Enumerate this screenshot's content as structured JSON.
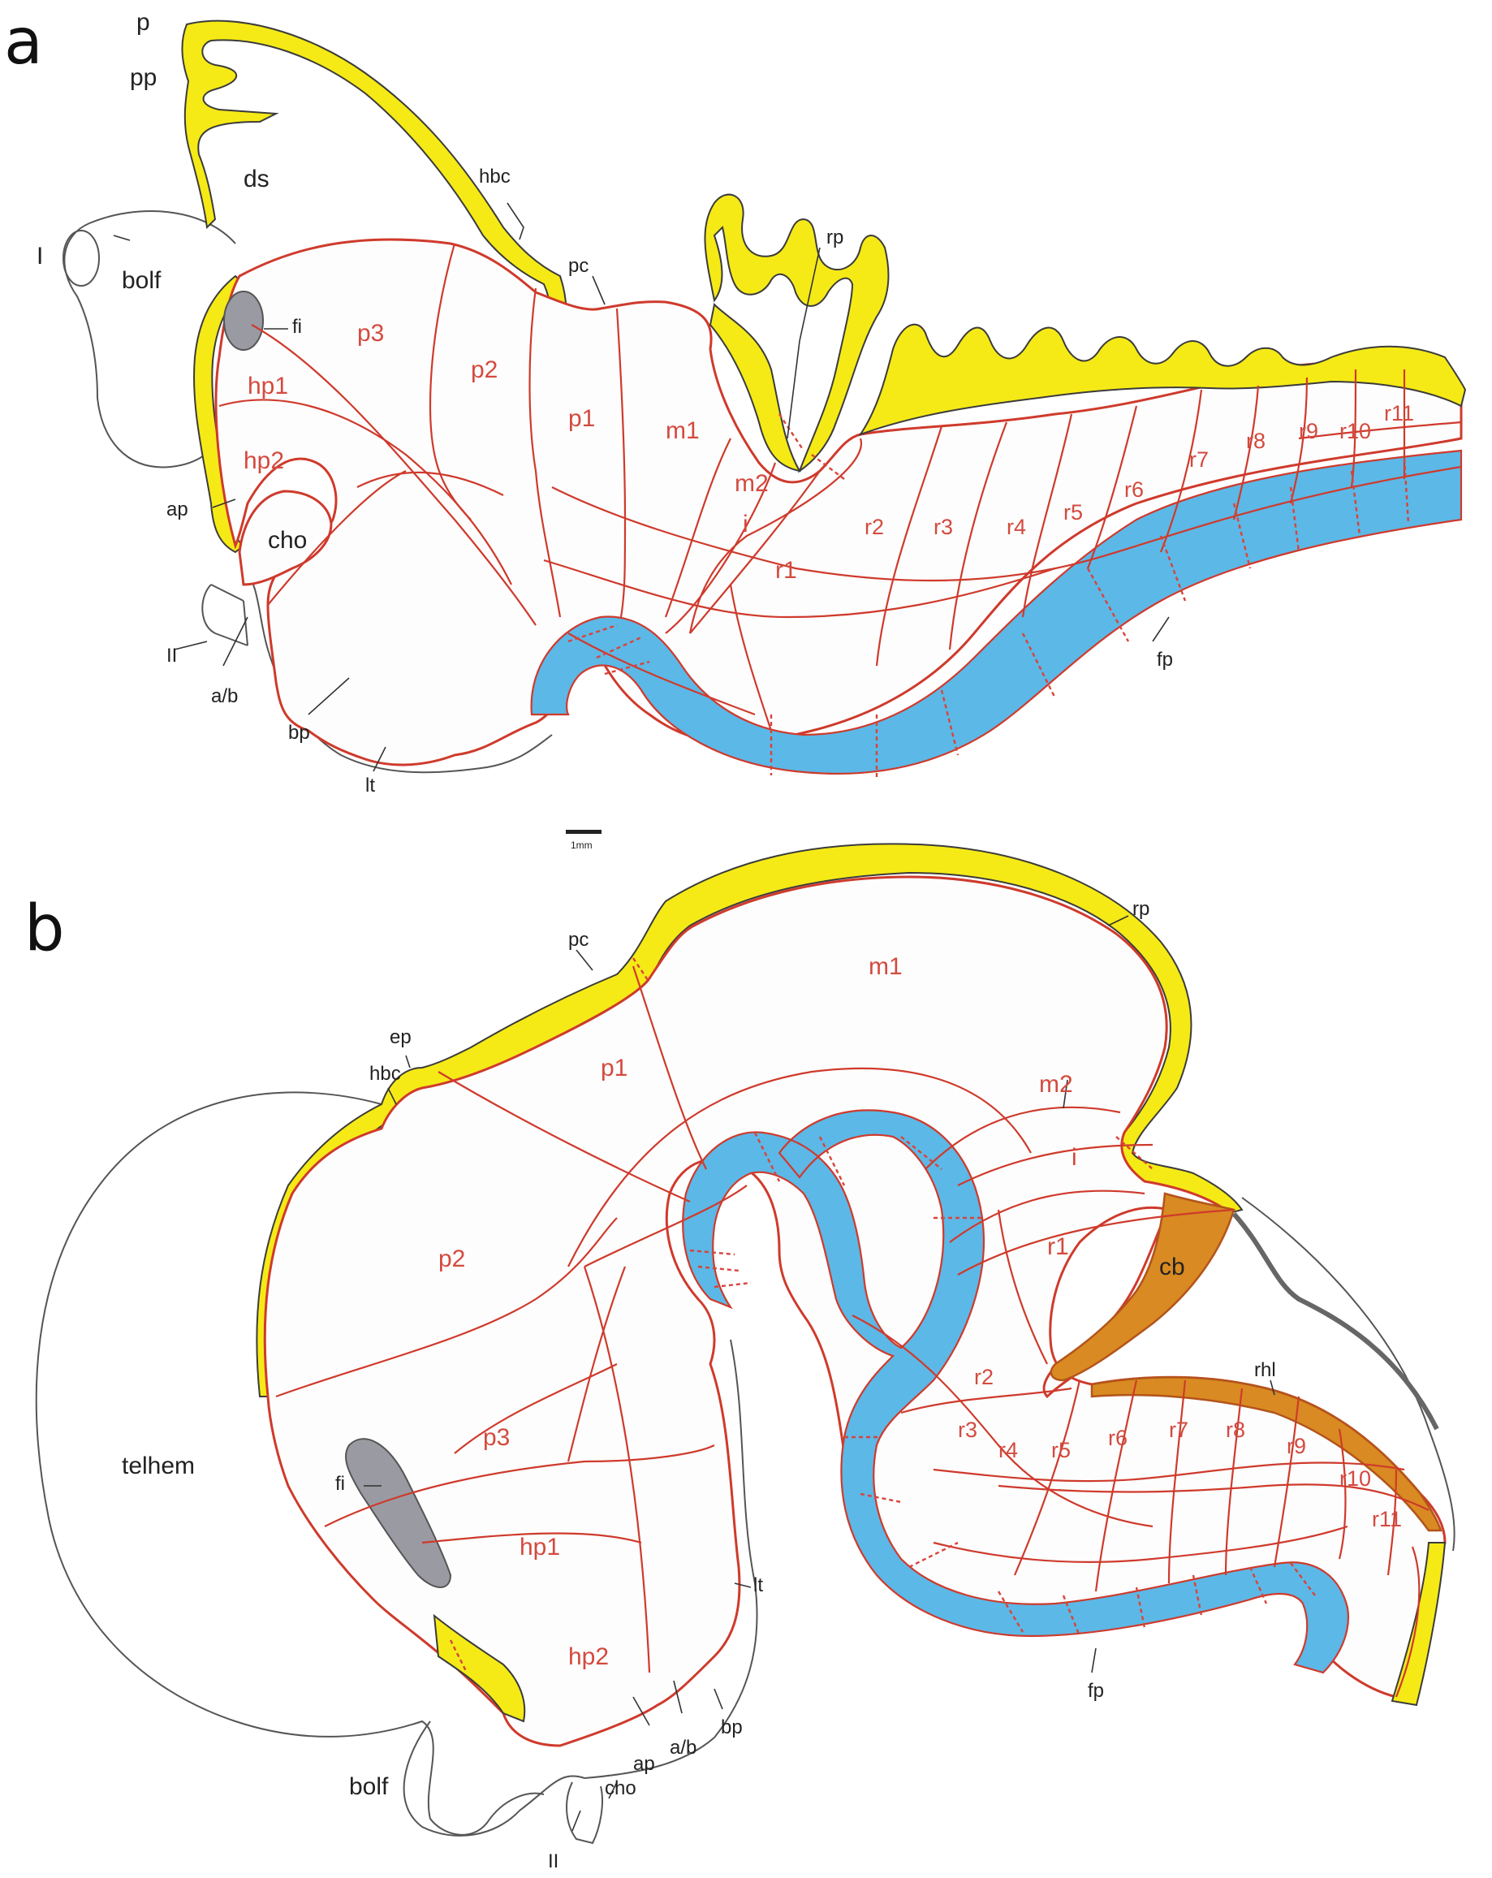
{
  "panel_a": {
    "letter": "a",
    "labels_red": {
      "p3": "p3",
      "p2": "p2",
      "p1": "p1",
      "m1": "m1",
      "m2": "m2",
      "hp1": "hp1",
      "hp2": "hp2",
      "i": "i",
      "r1": "r1",
      "r2": "r2",
      "r3": "r3",
      "r4": "r4",
      "r5": "r5",
      "r6": "r6",
      "r7": "r7",
      "r8": "r8",
      "r9": "r9",
      "r10": "r10",
      "r11": "r11"
    },
    "labels_dark": {
      "p": "p",
      "pp": "pp",
      "ds": "ds",
      "hbc": "hbc",
      "pc": "pc",
      "rp": "rp",
      "l": "I",
      "bolf": "bolf",
      "fi": "fi",
      "ap": "ap",
      "cho": "cho",
      "II": "II",
      "ab": "a/b",
      "bp": "bp",
      "lt": "lt",
      "fp": "fp"
    },
    "scale_bar": "1mm"
  },
  "panel_b": {
    "letter": "b",
    "labels_red": {
      "m1": "m1",
      "p1": "p1",
      "m2": "m2",
      "i": "i",
      "p2": "p2",
      "r1": "r1",
      "r2": "r2",
      "p3": "p3",
      "r3": "r3",
      "r4": "r4",
      "r5": "r5",
      "r6": "r6",
      "r7": "r7",
      "r8": "r8",
      "r9": "r9",
      "r10": "r10",
      "r11": "r11",
      "hp1": "hp1",
      "hp2": "hp2"
    },
    "labels_dark": {
      "pc": "pc",
      "rp": "rp",
      "ep": "ep",
      "hbc": "hbc",
      "cb": "cb",
      "rhl": "rhl",
      "telhem": "telhem",
      "fi": "fi",
      "lt": "lt",
      "fp": "fp",
      "bp": "bp",
      "ab": "a/b",
      "ap": "ap",
      "cho": "cho",
      "bolf": "bolf",
      "II": "II"
    }
  },
  "colors": {
    "roof_plate": "#f5ea16",
    "floor_plate": "#5cb8e6",
    "boundaries": "#cf3a2c",
    "cerebellum": "#d98a22",
    "fasciculus": "#9a9aa2"
  }
}
